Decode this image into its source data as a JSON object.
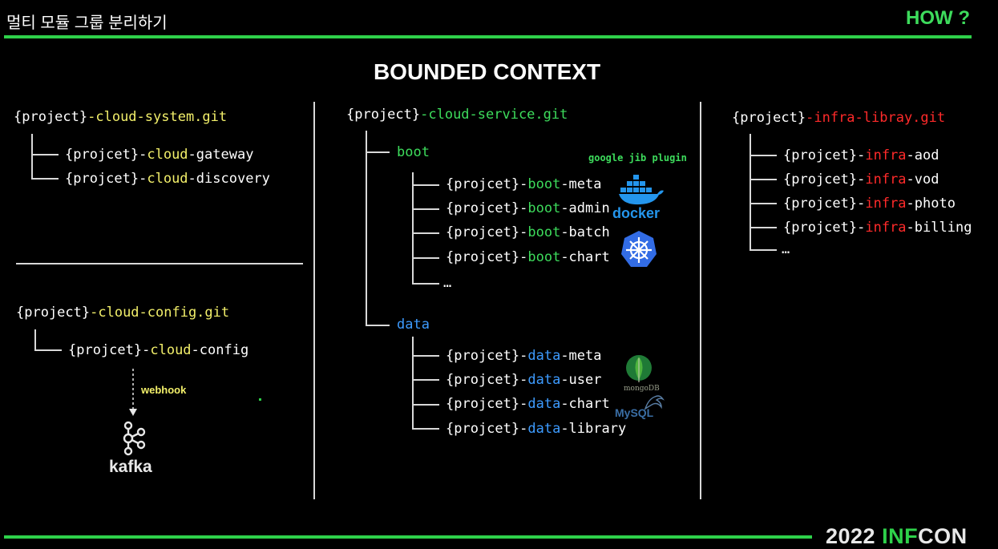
{
  "header": {
    "title": "멀티 모듈 그룹 분리하기",
    "how": "HOW ?"
  },
  "heading": "BOUNDED CONTEXT",
  "footer": {
    "year": "2022 ",
    "brand_green": "INF",
    "brand_white": "CON"
  },
  "colors": {
    "accent": "#2ed14a",
    "cloud": "#f2ef6a",
    "boot": "#3ddc5c",
    "data": "#3d9bff",
    "infra": "#ff2a2a"
  },
  "left": {
    "system_repo": {
      "prefix": "{project}",
      "name": "-cloud-system.git"
    },
    "system_modules": [
      {
        "prefix": "{projcet}-",
        "kw": "cloud",
        "suffix": "-gateway"
      },
      {
        "prefix": "{projcet}-",
        "kw": "cloud",
        "suffix": "-discovery"
      }
    ],
    "config_repo": {
      "prefix": "{project}",
      "name": "-cloud-config.git"
    },
    "config_module": {
      "prefix": "{projcet}-",
      "kw": "cloud",
      "suffix": "-config"
    },
    "webhook": "webhook",
    "kafka_label": "kafka"
  },
  "middle": {
    "repo": {
      "prefix": "{project}",
      "name": "-cloud-service.git"
    },
    "boot_label": "boot",
    "boot_modules": [
      {
        "prefix": "{projcet}-",
        "kw": "boot",
        "suffix": "-meta"
      },
      {
        "prefix": "{projcet}-",
        "kw": "boot",
        "suffix": "-admin"
      },
      {
        "prefix": "{projcet}-",
        "kw": "boot",
        "suffix": "-batch"
      },
      {
        "prefix": "{projcet}-",
        "kw": "boot",
        "suffix": "-chart"
      }
    ],
    "boot_more": "…",
    "jib_note": "google jib plugin",
    "docker_label": "docker",
    "data_label": "data",
    "data_modules": [
      {
        "prefix": "{projcet}-",
        "kw": "data",
        "suffix": "-meta"
      },
      {
        "prefix": "{projcet}-",
        "kw": "data",
        "suffix": "-user"
      },
      {
        "prefix": "{projcet}-",
        "kw": "data",
        "suffix": "-chart"
      },
      {
        "prefix": "{projcet}-",
        "kw": "data",
        "suffix": "-library"
      }
    ],
    "mongodb_label": "mongoDB",
    "mysql_label": "MySQL"
  },
  "right": {
    "repo": {
      "prefix": "{project}",
      "name": "-infra-libray.git"
    },
    "modules": [
      {
        "prefix": "{projcet}-",
        "kw": "infra",
        "suffix": "-aod"
      },
      {
        "prefix": "{projcet}-",
        "kw": "infra",
        "suffix": "-vod"
      },
      {
        "prefix": "{projcet}-",
        "kw": "infra",
        "suffix": "-photo"
      },
      {
        "prefix": "{projcet}-",
        "kw": "infra",
        "suffix": "-billing"
      }
    ],
    "more": "…"
  }
}
